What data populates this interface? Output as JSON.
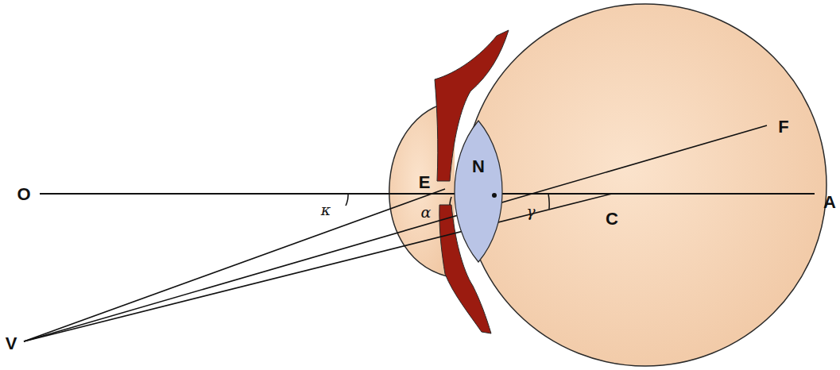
{
  "diagram": {
    "nodes": [
      {
        "text": [
          "N"
        ]
      }
    ],
    "labels": [
      "O",
      "E",
      "A",
      "F",
      "C",
      "V",
      "κ",
      "α",
      "γ"
    ]
  }
}
